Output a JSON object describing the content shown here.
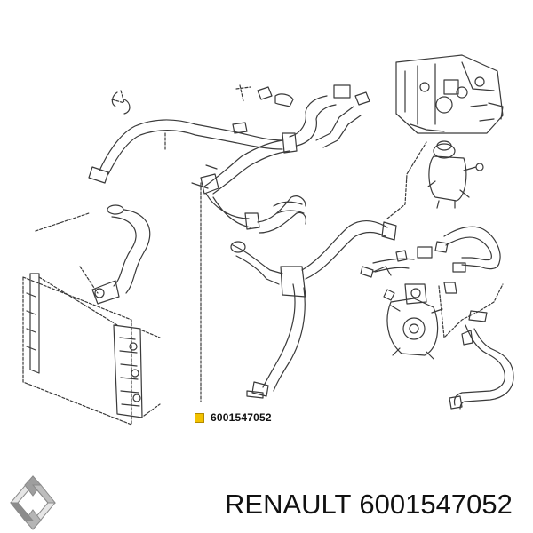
{
  "diagram": {
    "callout": {
      "part_number": "6001547052",
      "marker_color": "#f2c200"
    }
  },
  "footer": {
    "brand": "RENAULT",
    "part_number": "6001547052",
    "logo_icon": "renault-diamond-icon"
  }
}
